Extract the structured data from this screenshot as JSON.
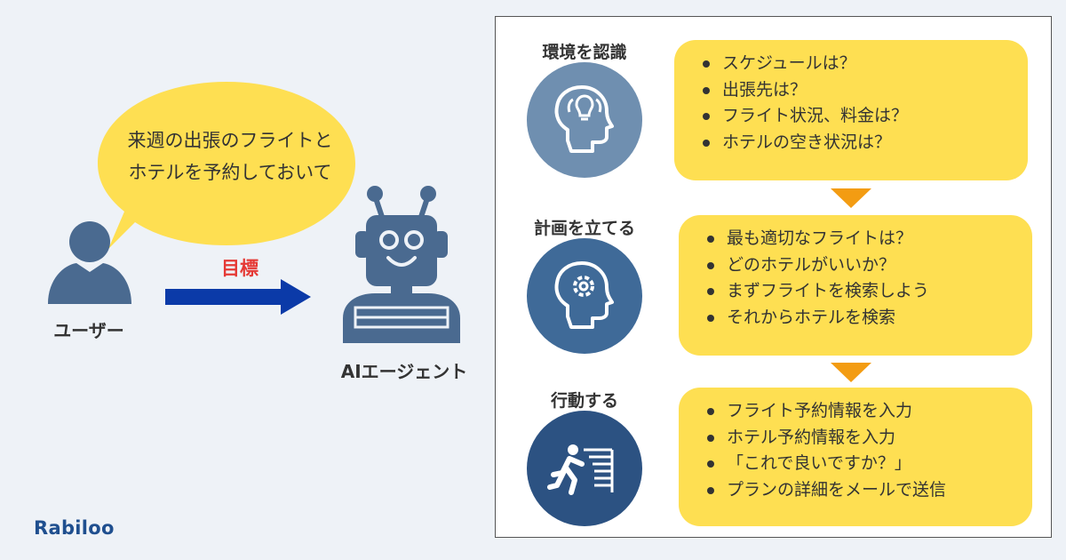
{
  "bubble": {
    "text": "来週の出張のフライトとホテルを予約しておいて"
  },
  "user": {
    "label": "ユーザー"
  },
  "goal": {
    "label": "目標"
  },
  "agent": {
    "label": "AIエージェント"
  },
  "brand": {
    "logo": "Rabiloo"
  },
  "steps": [
    {
      "label": "環境を認識",
      "icon": "head-lightbulb-icon",
      "color": "#6f8fb0",
      "items": [
        "スケジュールは？",
        "出張先は？",
        "フライト状況、料金は？",
        "ホテルの空き状況は？"
      ]
    },
    {
      "label": "計画を立てる",
      "icon": "head-gear-icon",
      "color": "#3f6a98",
      "items": [
        "最も適切なフライトは？",
        "どのホテルがいいか？",
        "まずフライトを検索しよう",
        "それからホテルを検索"
      ]
    },
    {
      "label": "行動する",
      "icon": "running-exit-icon",
      "color": "#2c5282",
      "items": [
        "フライト予約情報を入力",
        "ホテル予約情報を入力",
        "「これで良いですか？」",
        "プランの詳細をメールで送信"
      ]
    }
  ],
  "colors": {
    "background": "#eef2f7",
    "bubble": "#fedf52",
    "box": "#fedf52",
    "arrow_right": "#0b3aa8",
    "arrow_down": "#f39c12",
    "figure": "#4a6a90",
    "goal_text": "#e53935"
  }
}
